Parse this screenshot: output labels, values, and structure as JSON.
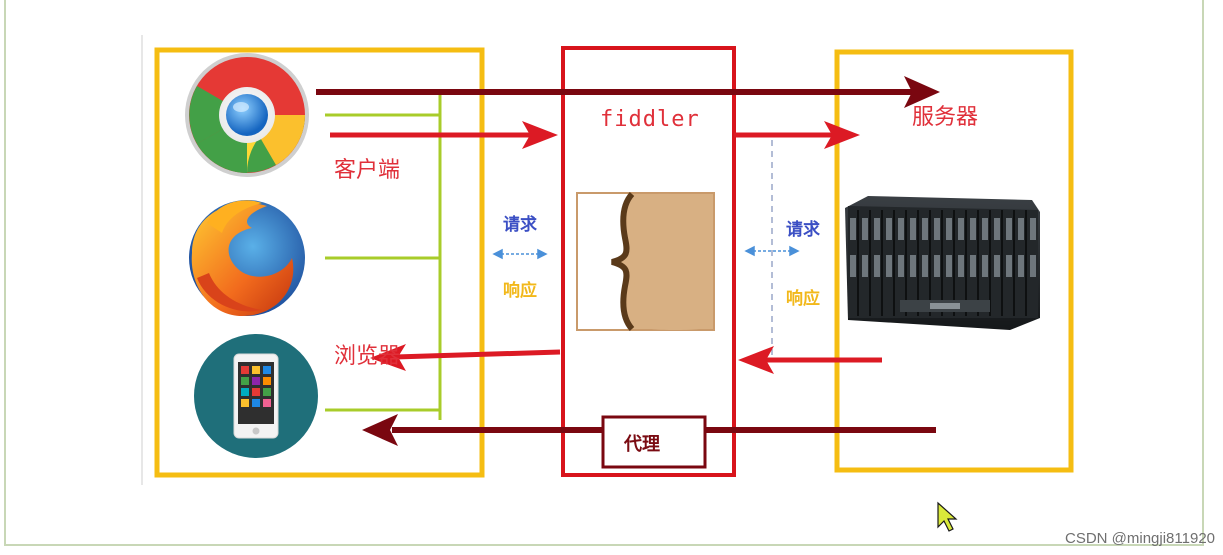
{
  "diagram": {
    "fiddler_label": "fiddler",
    "server_label": "服务器",
    "client_label": "客户端",
    "browser_label": "浏览器",
    "left_request_label": "请求",
    "left_response_label": "响应",
    "right_request_label": "请求",
    "right_response_label": "响应",
    "proxy_label": "代理"
  },
  "colors": {
    "box_yellow": "#f5bd12",
    "box_red": "#d8141c",
    "arrow_red": "#dc1a24",
    "arrow_dark": "#7a0710",
    "green_line": "#a8cc2a",
    "blue_text": "#3b4fc4",
    "yellow_text": "#f2b81a"
  },
  "icons": {
    "client_1": "chrome-browser-icon",
    "client_2": "firefox-browser-icon",
    "client_3": "mobile-phone-icon",
    "fiddler": "fiddler-logo-icon",
    "server": "server-rack-icon",
    "cursor": "mouse-cursor-icon"
  },
  "watermark": "CSDN @mingji811920"
}
